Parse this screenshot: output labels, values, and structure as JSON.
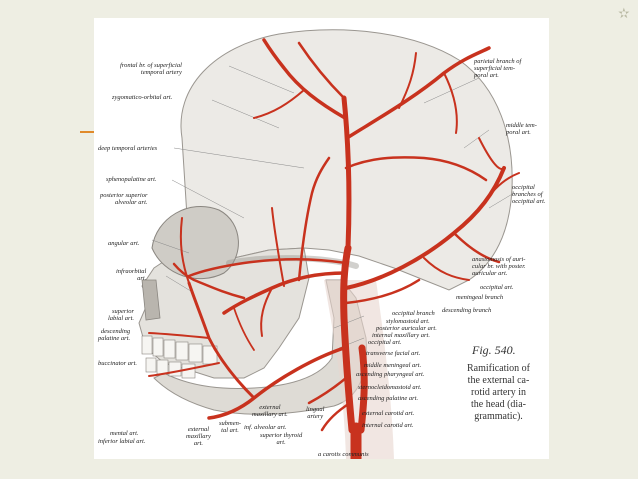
{
  "slide": {
    "marker": "✫",
    "accent_color": "#e08a2a",
    "background": "#eeeee3"
  },
  "figure": {
    "artery_color": "#c8321e",
    "number": "Fig. 540.",
    "caption": "Ramification of\nthe external ca-\nrotid artery in\nthe head (dia-\ngrammatic).",
    "labels": {
      "frontal_br": "frontal br. of superficial\ntemporal artery",
      "zygomatico_orbital": "zygomatico-orbital art.",
      "deep_temporal": "deep temporal arteries",
      "sphenopalatine": "sphenopalatine art.",
      "posterior_superior_alveolar": "posterior superior\nalveolar art.",
      "angular": "angular art.",
      "infraorbital": "infraorbital\nart.",
      "superior_labial": "superior\nlabial art.",
      "descending_palatine": "descending\npalatine art.",
      "buccinator": "buccinator art.",
      "mental": "mental art.",
      "inferior_labial": "inferior labial art.",
      "external_maxillary_1": "external\nmaxillary art.",
      "inf_alveolar": "inf. alveolar art.",
      "submental": "submen-\ntal art.",
      "external_maxillary_2": "external\nmaxillary\nart.",
      "lingual": "lingual\nartery",
      "superior_thyroid": "superior thyroid\nart.",
      "carotis_communis": "a carotis communis",
      "parietal_branch": "parietal branch of\nsuperficial tem-\nporal art.",
      "middle_temporal": "middle tem-\nporal art.",
      "occipital_branches": "occipital\nbranches of\noccipital art.",
      "anastomosis": "anastomosis of auri-\ncular br. with poster.\nauricular art.",
      "occipital": "occipital art.",
      "meningeal_branch": "meningeal branch",
      "descending_branch": "descending branch",
      "occipital_branch": "occipital branch",
      "stylomastoid": "stylomastoid art.",
      "posterior_auricular": "posterior auricular art.",
      "internal_maxillary": "internal maxillary art.",
      "occipital_art_2": "occipital art.",
      "transverse_facial": "transverse facial art.",
      "middle_meningeal": "middle meningeal art.",
      "ascending_pharyngeal": "ascending pharyngeal art.",
      "sternocleidomastoid": "sternocleidomastoid art.",
      "ascending_palatine": "ascending palatine art.",
      "external_carotid": "external carotid art.",
      "internal_carotid": "internal carotid art."
    }
  }
}
